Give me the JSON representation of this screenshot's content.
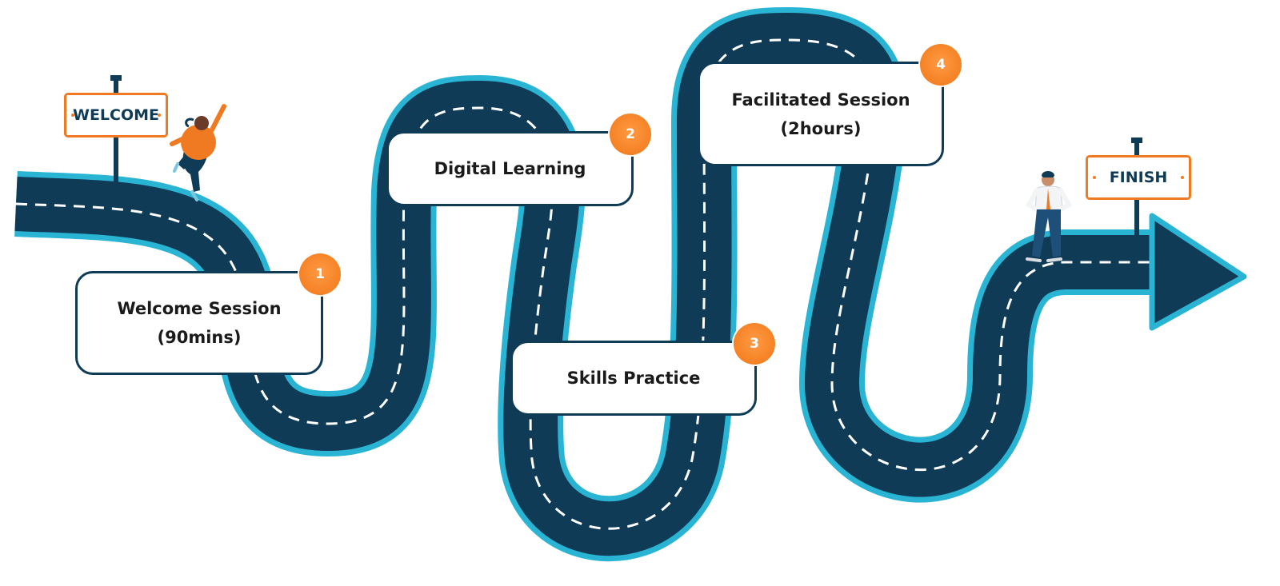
{
  "signs": {
    "start": "WELCOME",
    "end": "FINISH"
  },
  "steps": [
    {
      "number": "1",
      "line1": "Welcome Session",
      "line2": "(90mins)"
    },
    {
      "number": "2",
      "line1": "Digital Learning",
      "line2": ""
    },
    {
      "number": "3",
      "line1": "Skills Practice",
      "line2": ""
    },
    {
      "number": "4",
      "line1": "Facilitated Session",
      "line2": "(2hours)"
    }
  ],
  "colors": {
    "road": "#0f3b57",
    "road_edge": "#2ab4d4",
    "lane_marking": "#ffffff",
    "badge": "#f7862a",
    "sign_border": "#f07a22",
    "card_border": "#0f3b57"
  }
}
